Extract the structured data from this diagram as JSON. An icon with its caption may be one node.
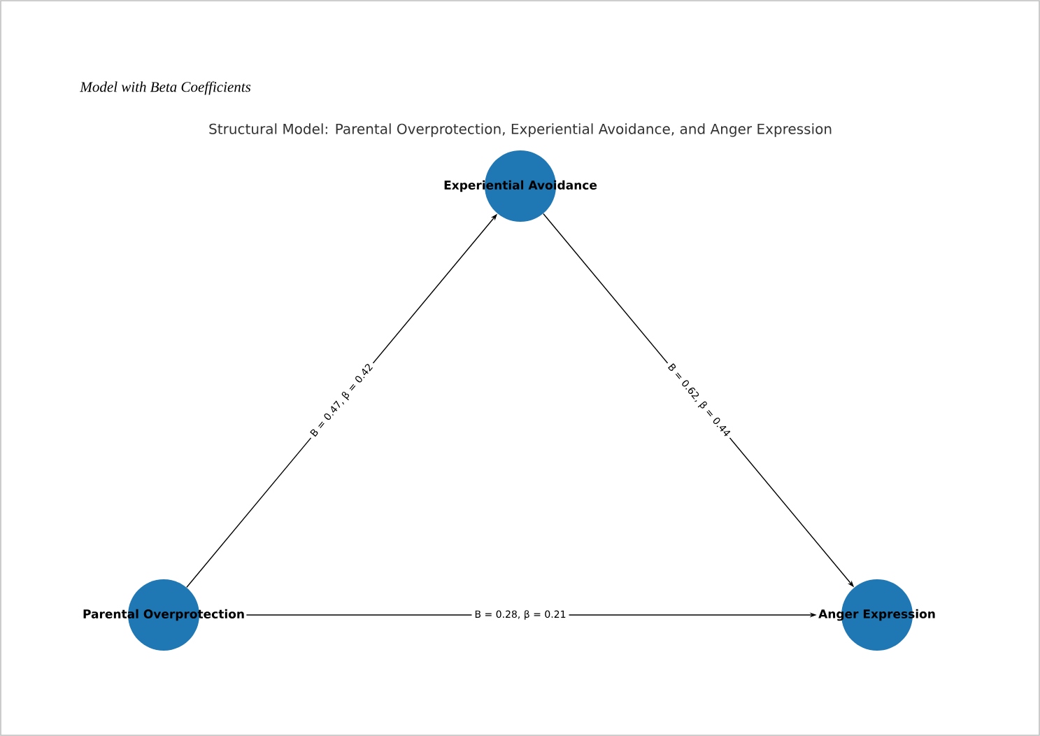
{
  "diagram": {
    "title": "Structural Model: Parental Overprotection, Experiential Avoidance, and Anger Expression",
    "nodes": [
      {
        "text": [
          "Parental Overprotection"
        ]
      },
      {
        "text": [
          "Experiential Avoidance"
        ]
      },
      {
        "text": [
          "Anger Expression"
        ]
      }
    ],
    "edges": [
      {
        "from": 0,
        "to": 1,
        "arrow": "to",
        "label": "B = 0.47, β = 0.42"
      },
      {
        "from": 1,
        "to": 2,
        "arrow": "to",
        "label": "B = 0.62, β = 0.44"
      },
      {
        "from": 0,
        "to": 2,
        "arrow": "to",
        "label": "B = 0.28, β = 0.21"
      }
    ],
    "labels": [
      "Model with Beta Coefficients"
    ]
  }
}
